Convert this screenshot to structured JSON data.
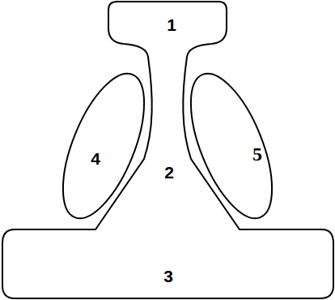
{
  "diagram": {
    "labels": [
      "1",
      "4",
      "2",
      "5",
      "3"
    ]
  }
}
